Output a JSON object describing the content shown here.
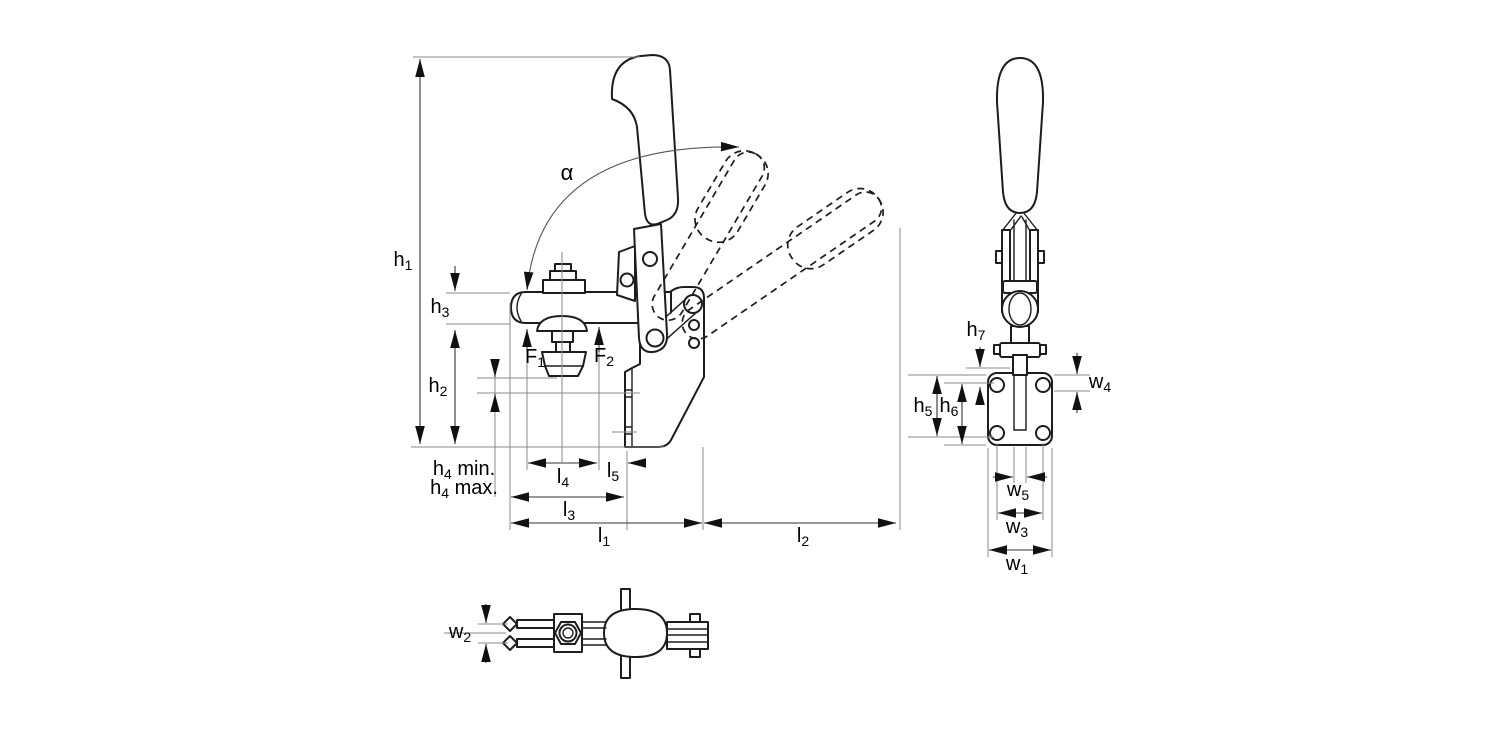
{
  "colors": {
    "line": "#1d1d1b",
    "dimension": "#333333",
    "extension": "#8a8a8a",
    "arrow": "#111111",
    "background": "#ffffff"
  },
  "labels": {
    "h1": {
      "base": "h",
      "sub": "1"
    },
    "h2": {
      "base": "h",
      "sub": "2"
    },
    "h3": {
      "base": "h",
      "sub": "3"
    },
    "h4min": {
      "base": "h",
      "sub": "4",
      "suffix": " min."
    },
    "h4max": {
      "base": "h",
      "sub": "4",
      "suffix": " max."
    },
    "h5": {
      "base": "h",
      "sub": "5"
    },
    "h6": {
      "base": "h",
      "sub": "6"
    },
    "h7": {
      "base": "h",
      "sub": "7"
    },
    "l1": {
      "base": "l",
      "sub": "1"
    },
    "l2": {
      "base": "l",
      "sub": "2"
    },
    "l3": {
      "base": "l",
      "sub": "3"
    },
    "l4": {
      "base": "l",
      "sub": "4"
    },
    "l5": {
      "base": "l",
      "sub": "5"
    },
    "F1": {
      "base": "F",
      "sub": "1"
    },
    "F2": {
      "base": "F",
      "sub": "2"
    },
    "w1": {
      "base": "w",
      "sub": "1"
    },
    "w2": {
      "base": "w",
      "sub": "2"
    },
    "w3": {
      "base": "w",
      "sub": "3"
    },
    "w4": {
      "base": "w",
      "sub": "4"
    },
    "w5": {
      "base": "w",
      "sub": "5"
    },
    "alpha": {
      "base": "α"
    }
  }
}
